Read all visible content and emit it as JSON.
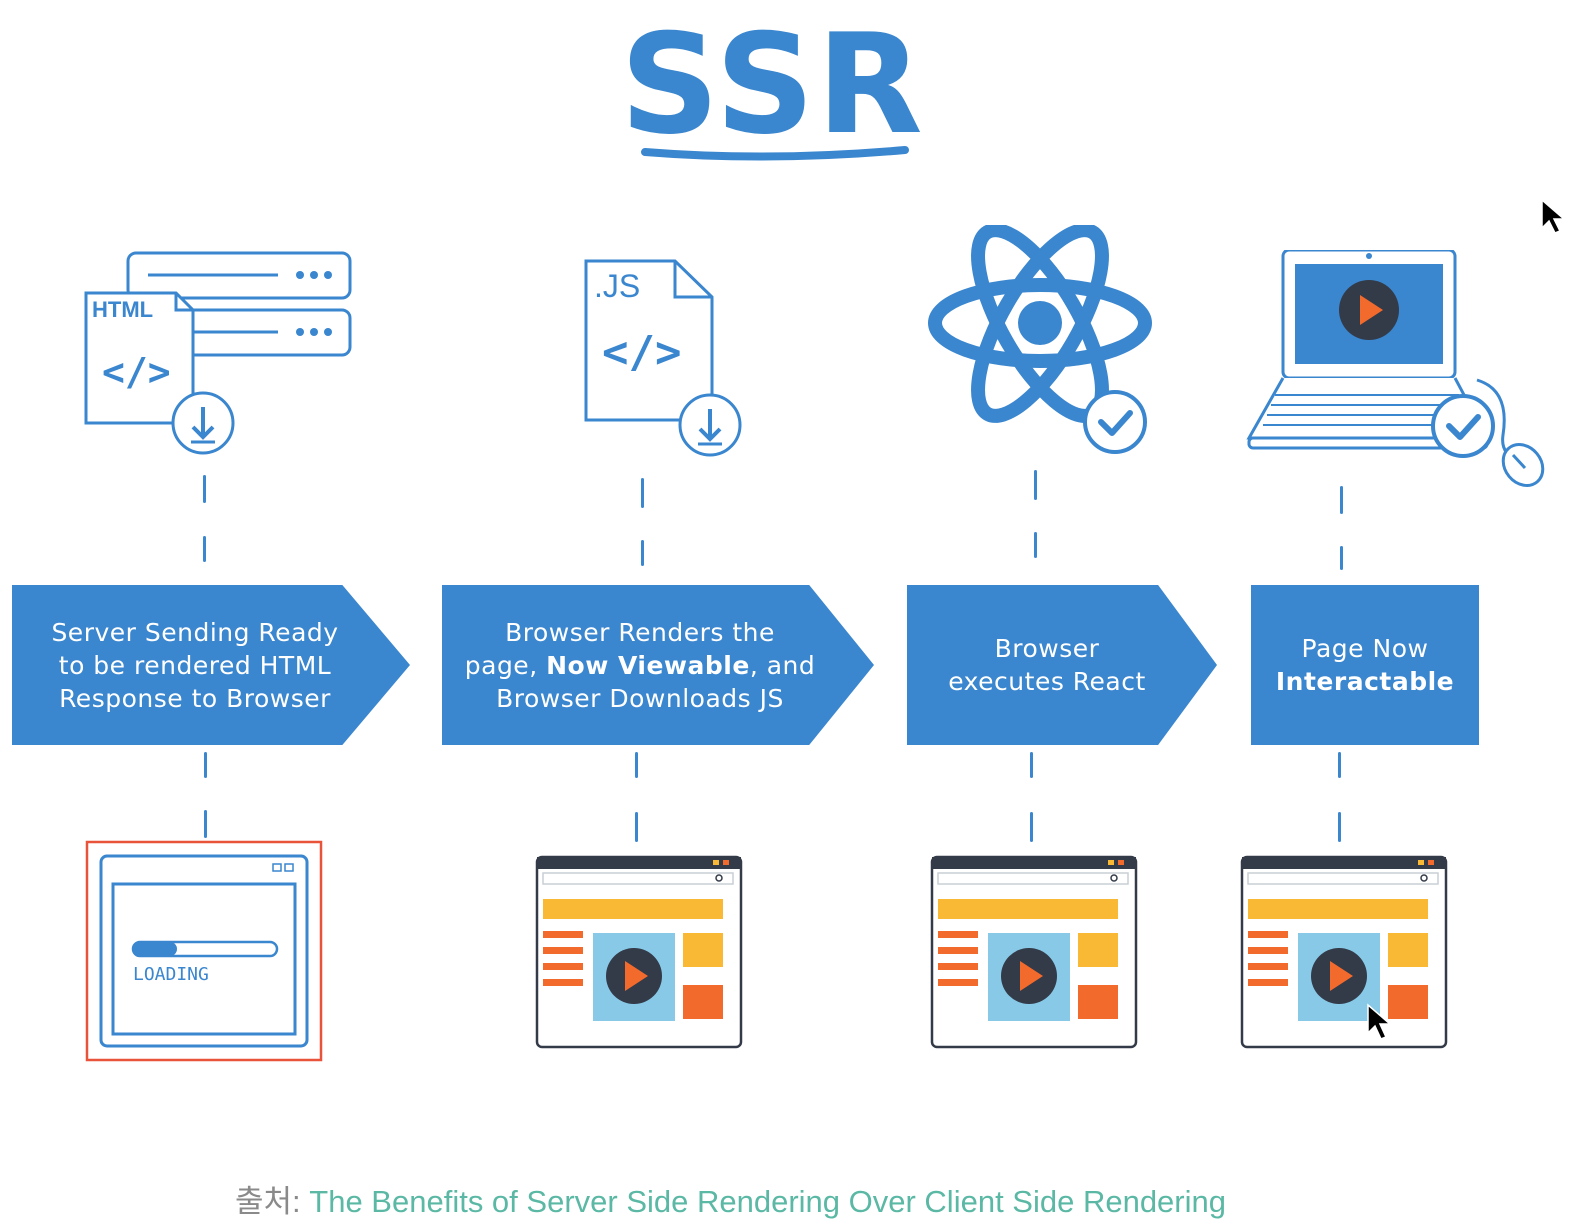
{
  "title": "SSR",
  "steps": [
    {
      "line1": "Server Sending Ready",
      "line2": "to be rendered HTML",
      "line3": "Response to Browser"
    },
    {
      "line1": "Browser Renders the",
      "line2a": "page, ",
      "line2b": "Now Viewable",
      "line2c": ", and",
      "line3": "Browser Downloads JS"
    },
    {
      "line1": "Browser",
      "line2": "executes React"
    },
    {
      "line1": "Page Now",
      "line2": "Interactable"
    }
  ],
  "icons": {
    "html_file_label": "HTML",
    "js_file_label": ".JS",
    "code_glyph": "</>",
    "loading_label": "LOADING"
  },
  "source": {
    "prefix": "출처:",
    "text": "The Benefits of Server Side Rendering Over Client Side Rendering"
  },
  "colors": {
    "primary_blue": "#3a86cf",
    "orange": "#f36a2d",
    "yellow": "#f9b935",
    "light_blue": "#88c9e8",
    "dark": "#333a48",
    "highlight_red": "#e8533a",
    "source_green": "#5ab8a4"
  }
}
